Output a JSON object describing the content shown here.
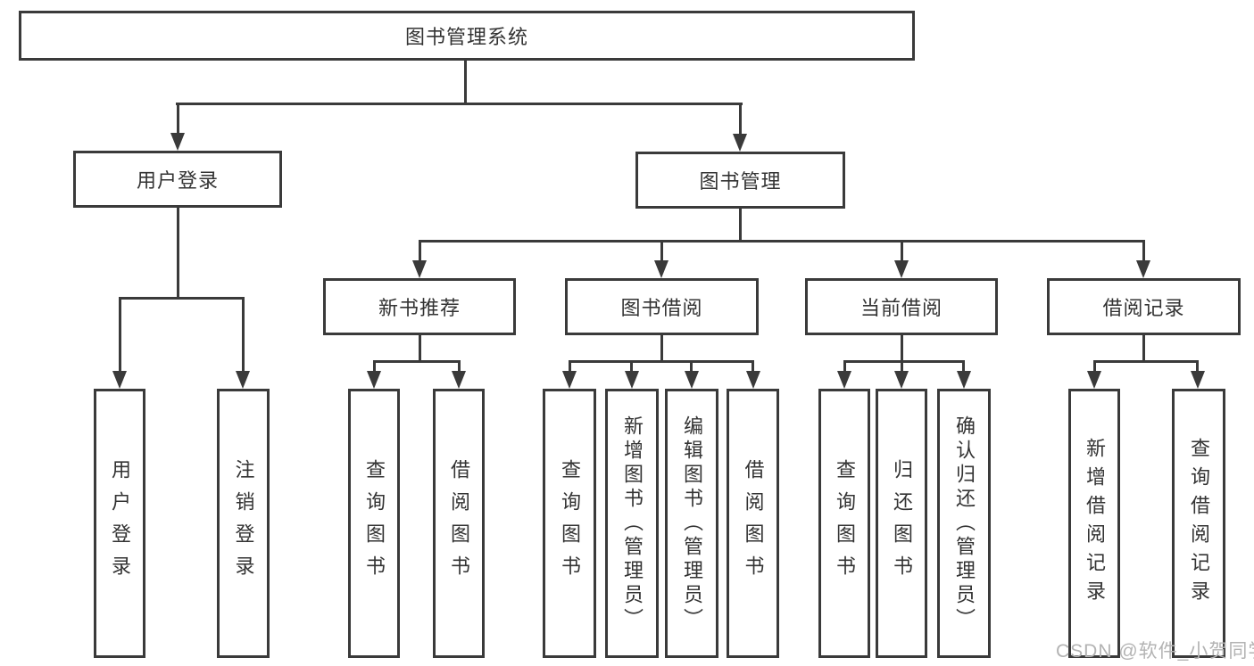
{
  "diagram": {
    "title": "图书管理系统",
    "children": [
      {
        "label": "用户登录",
        "children": [
          {
            "label": "用户登录"
          },
          {
            "label": "注销登录"
          }
        ]
      },
      {
        "label": "图书管理",
        "children": [
          {
            "label": "新书推荐",
            "children": [
              {
                "label": "查询图书"
              },
              {
                "label": "借阅图书"
              }
            ]
          },
          {
            "label": "图书借阅",
            "children": [
              {
                "label": "查询图书"
              },
              {
                "label": "新增图书（管理员）"
              },
              {
                "label": "编辑图书（管理员）"
              },
              {
                "label": "借阅图书"
              }
            ]
          },
          {
            "label": "当前借阅",
            "children": [
              {
                "label": "查询图书"
              },
              {
                "label": "归还图书"
              },
              {
                "label": "确认归还（管理员）"
              }
            ]
          },
          {
            "label": "借阅记录",
            "children": [
              {
                "label": "新增借阅记录"
              },
              {
                "label": "查询借阅记录"
              }
            ]
          }
        ]
      }
    ]
  },
  "watermark": {
    "text": "CSDN @软件_小贺同学"
  },
  "colors": {
    "line": "#3a3a3a",
    "text": "#333333",
    "watermark": "#b3b3b3",
    "background": "#ffffff"
  }
}
